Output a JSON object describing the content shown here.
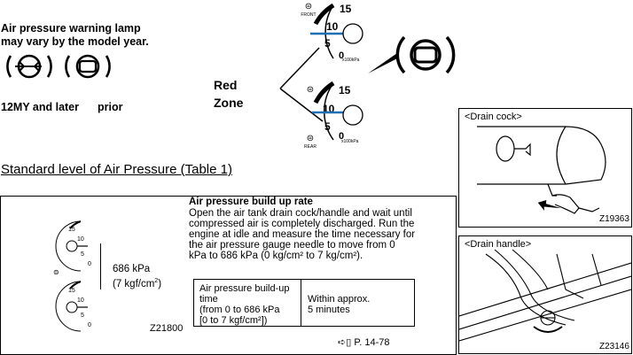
{
  "warning_lamp": {
    "note_line1": "Air pressure warning lamp",
    "note_line2": "may vary by the model year.",
    "label_new": "12MY and later",
    "label_prior": "prior"
  },
  "gauge_diagram": {
    "red_zone_line1": "Red",
    "red_zone_line2": "Zone",
    "front_label": "FRONT",
    "rear_label": "REAR",
    "tick_15": "15",
    "tick_10": "10",
    "tick_5": "5",
    "tick_0": "0",
    "unit": "x100kPa"
  },
  "standard_level_heading": "Standard level of Air Pressure (Table 1)",
  "manual": {
    "pressure_line1": "686 kPa",
    "pressure_line2": "(7 kgf/cm",
    "pressure_sup": "2",
    "pressure_end": ")",
    "figure_code": "Z21800",
    "title": "Air pressure build up rate",
    "body_lines": [
      "Open the air tank drain cock/handle and wait until",
      "compressed air is completely discharged. Run the",
      "engine at idle and measure the time necessary for",
      "the air pressure gauge needle to move from 0",
      "kPa to 686 kPa (0 kg/cm² to 7 kg/cm²)."
    ],
    "table_left_lines": [
      "Air pressure build-up",
      "time",
      "(from 0 to 686 kPa",
      "[0 to 7 kgf/cm²])"
    ],
    "table_right_lines": [
      "Within approx.",
      "5 minutes"
    ],
    "page_ref": "P. 14-78"
  },
  "drain_cock": {
    "title": "<Drain cock>",
    "code": "Z19363"
  },
  "drain_handle": {
    "title": "<Drain handle>",
    "code": "Z23146"
  },
  "colors": {
    "needle_blue": "#1f6fb5",
    "line": "#000000"
  }
}
